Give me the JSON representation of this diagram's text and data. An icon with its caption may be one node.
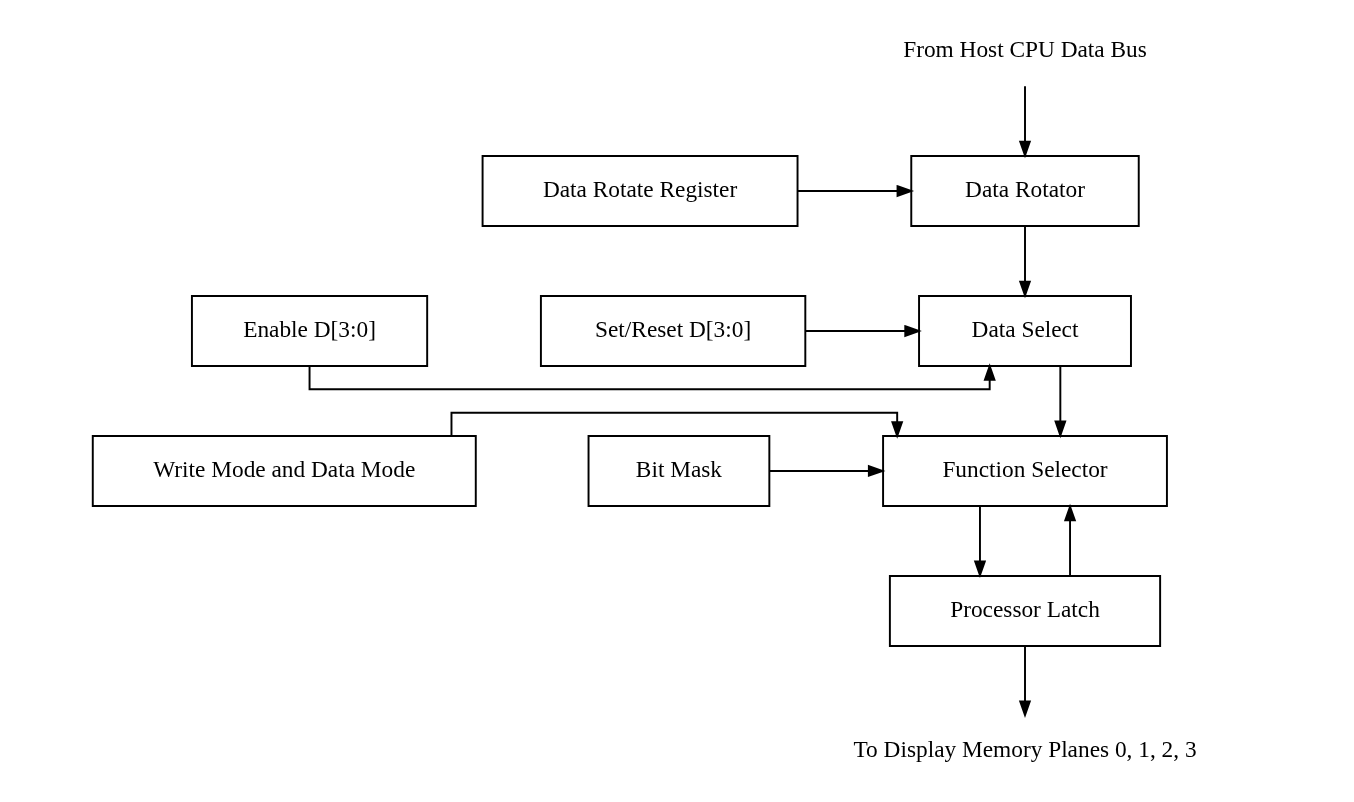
{
  "diagram": {
    "nodes": [
      {
        "text": [
          "From Host CPU Data Bus"
        ]
      },
      {
        "text": [
          "Data Rotator"
        ]
      },
      {
        "text": [
          "Data Rotate Register"
        ]
      },
      {
        "text": [
          "Enable D[3:0]"
        ]
      },
      {
        "text": [
          "Data Select"
        ]
      },
      {
        "text": [
          "Set/Reset D[3:0]"
        ]
      },
      {
        "text": [
          "Write Mode and Data Mode"
        ]
      },
      {
        "text": [
          "Function Selector"
        ]
      },
      {
        "text": [
          "Bit Mask"
        ]
      },
      {
        "text": [
          "Processor Latch"
        ]
      },
      {
        "text": [
          "To Display Memory Planes 0, 1, 2, 3"
        ]
      }
    ],
    "edges": [
      {
        "from": 0,
        "to": 1,
        "arrow": "to"
      },
      {
        "from": 2,
        "to": 1,
        "arrow": "to"
      },
      {
        "from": 1,
        "to": 4,
        "arrow": "to"
      },
      {
        "from": 3,
        "to": 4,
        "arrow": "to"
      },
      {
        "from": 5,
        "to": 4,
        "arrow": "to"
      },
      {
        "from": 4,
        "to": 7,
        "arrow": "to"
      },
      {
        "from": 6,
        "to": 7,
        "arrow": "to"
      },
      {
        "from": 8,
        "to": 7,
        "arrow": "to"
      },
      {
        "from": 7,
        "to": 9,
        "arrow": "to"
      },
      {
        "from": 9,
        "to": 7,
        "arrow": "to"
      },
      {
        "from": 9,
        "to": 10,
        "arrow": "to"
      }
    ]
  }
}
